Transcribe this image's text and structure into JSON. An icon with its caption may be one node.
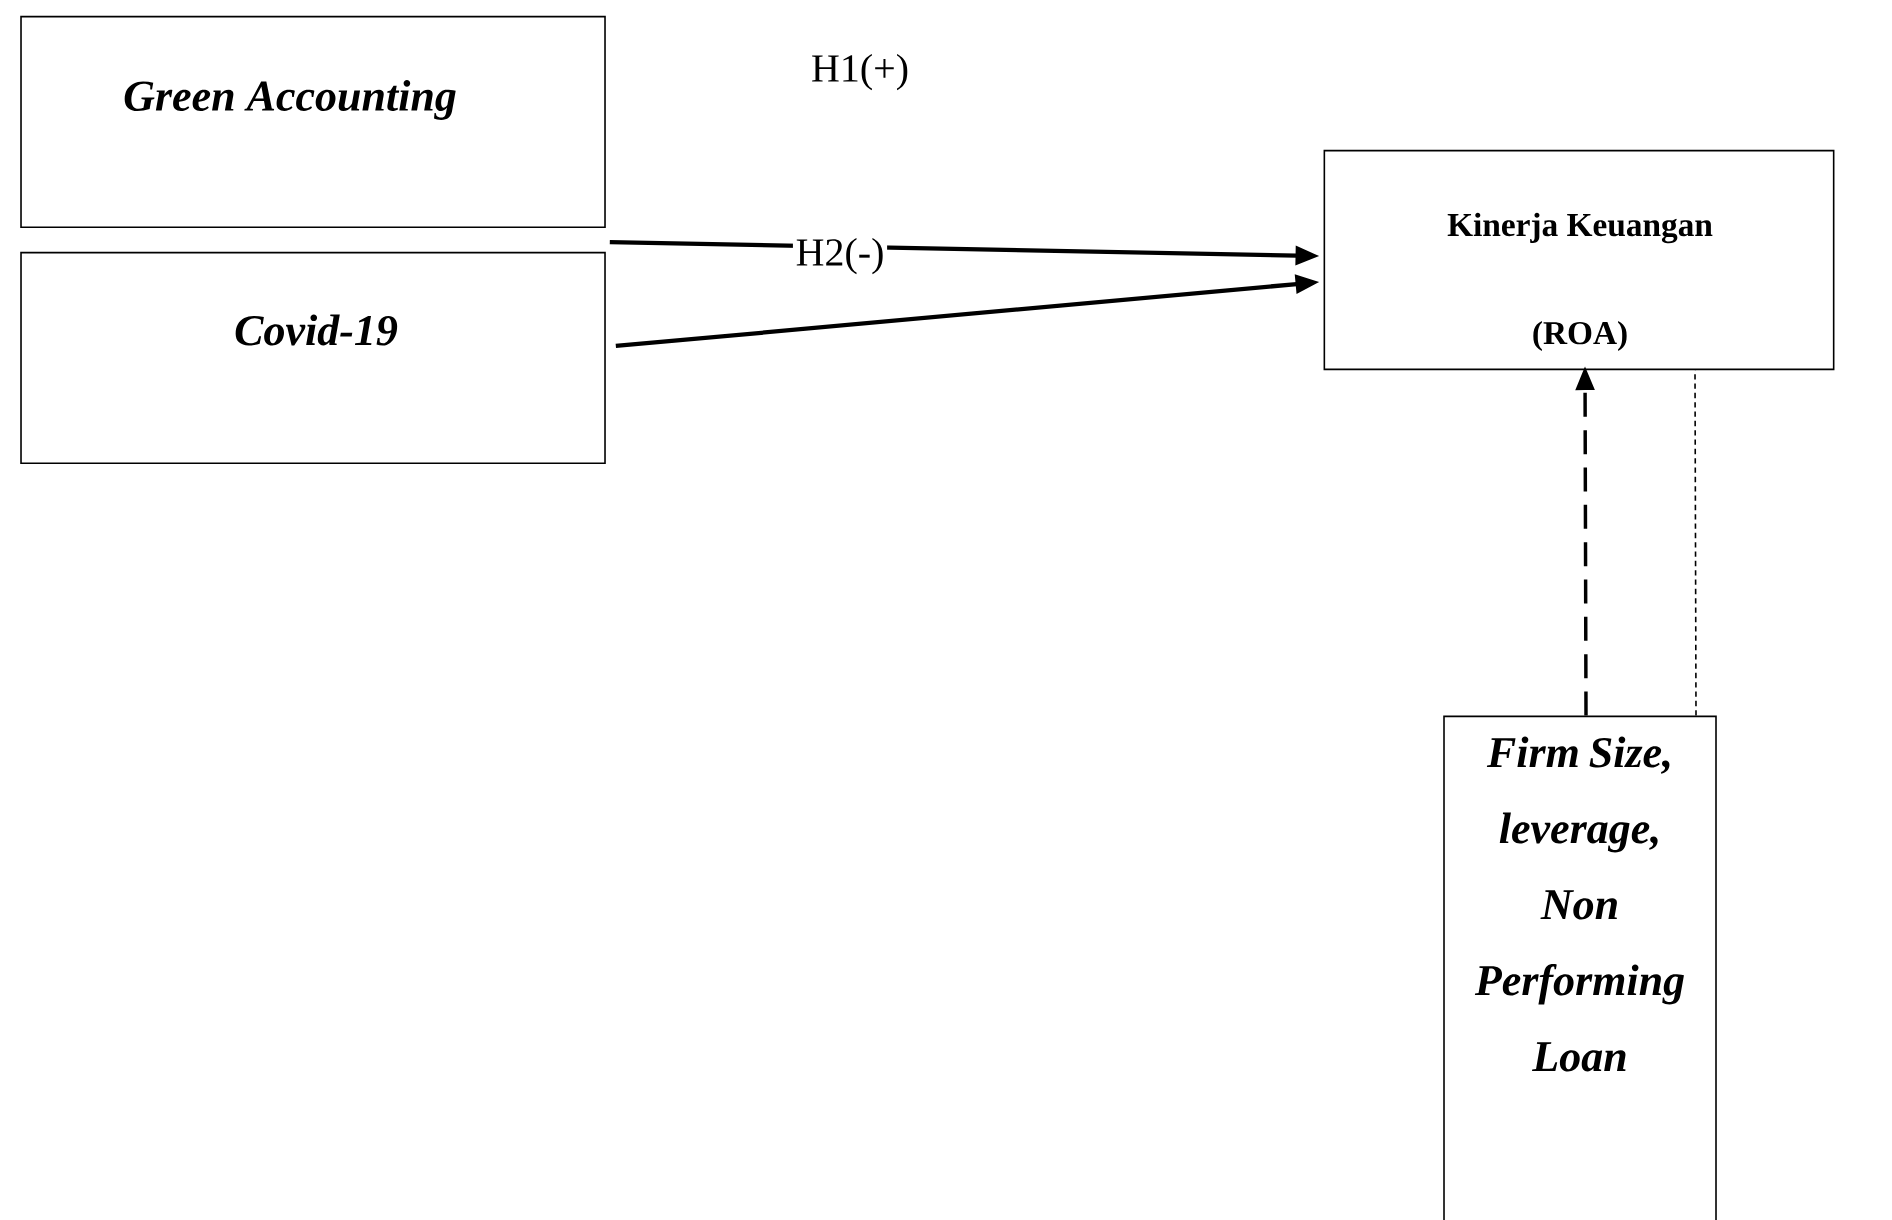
{
  "diagram": {
    "nodes": [
      {
        "text": [
          "Green Accounting"
        ]
      },
      {
        "text": [
          "Covid-19"
        ]
      },
      {
        "text": [
          "Kinerja Keuangan",
          "(ROA)"
        ]
      },
      {
        "text": [
          "Firm Size, leverage, Non Performing Loan"
        ]
      }
    ],
    "edges": [
      {
        "from": 0,
        "to": 2,
        "arrow": "to",
        "label": "H1(+)"
      },
      {
        "from": 1,
        "to": 2,
        "arrow": "to",
        "label": "H2(-)"
      },
      {
        "from": 3,
        "to": 2,
        "arrow": "to",
        "style": "dashed"
      },
      {
        "from": 3,
        "to": 2,
        "arrow": "none",
        "style": "dashed"
      }
    ]
  }
}
